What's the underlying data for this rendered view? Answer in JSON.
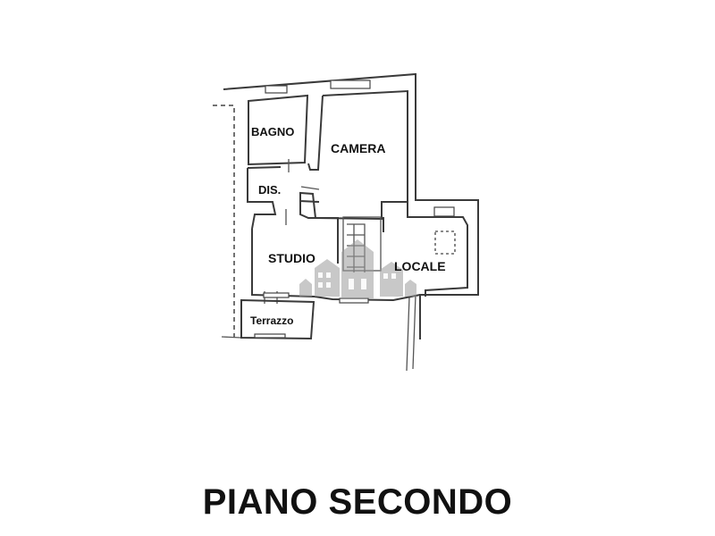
{
  "plan": {
    "floor_title": "PIANO SECONDO",
    "rooms": [
      {
        "id": "bagno",
        "label": "BAGNO"
      },
      {
        "id": "camera",
        "label": "CAMERA"
      },
      {
        "id": "dis",
        "label": "DIS."
      },
      {
        "id": "studio",
        "label": "STUDIO"
      },
      {
        "id": "locale",
        "label": "LOCALE"
      },
      {
        "id": "terrazzo",
        "label": "Terrazzo"
      }
    ],
    "colors": {
      "wall": "#3a3a3a",
      "text": "#111111",
      "watermark": "#9a9a9a",
      "background": "#ffffff"
    },
    "watermark_icon": "buildings-watermark-icon"
  }
}
